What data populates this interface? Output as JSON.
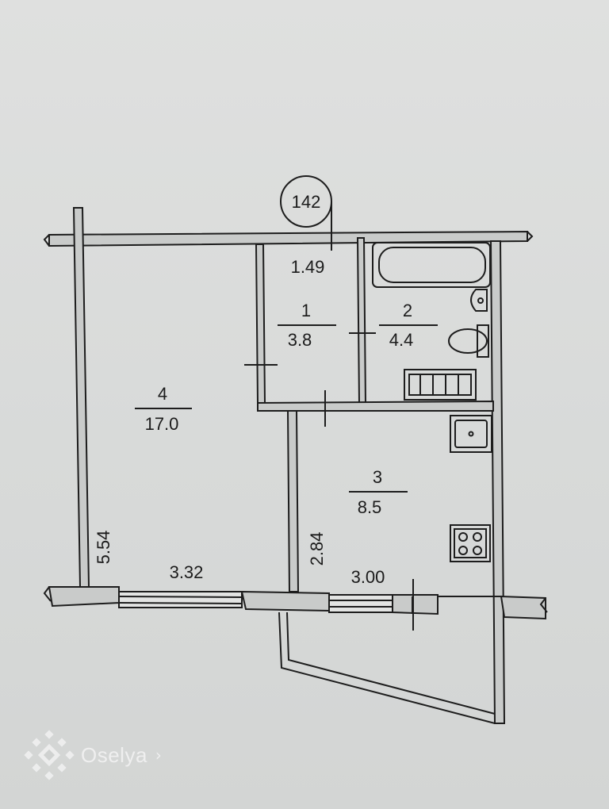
{
  "plan": {
    "apartment_number": "142",
    "rooms": [
      {
        "number": "1",
        "area": "3.8"
      },
      {
        "number": "2",
        "area": "4.4"
      },
      {
        "number": "3",
        "area": "8.5"
      },
      {
        "number": "4",
        "area": "17.0"
      }
    ],
    "dimensions": {
      "corridor_width": "1.49",
      "room4_width": "3.32",
      "room4_length": "5.54",
      "kitchen_width": "3.00",
      "kitchen_length": "2.84"
    }
  },
  "watermark": {
    "brand": "Oselya",
    "chevron": "›",
    "logo_icon": "ornament-star-icon"
  }
}
